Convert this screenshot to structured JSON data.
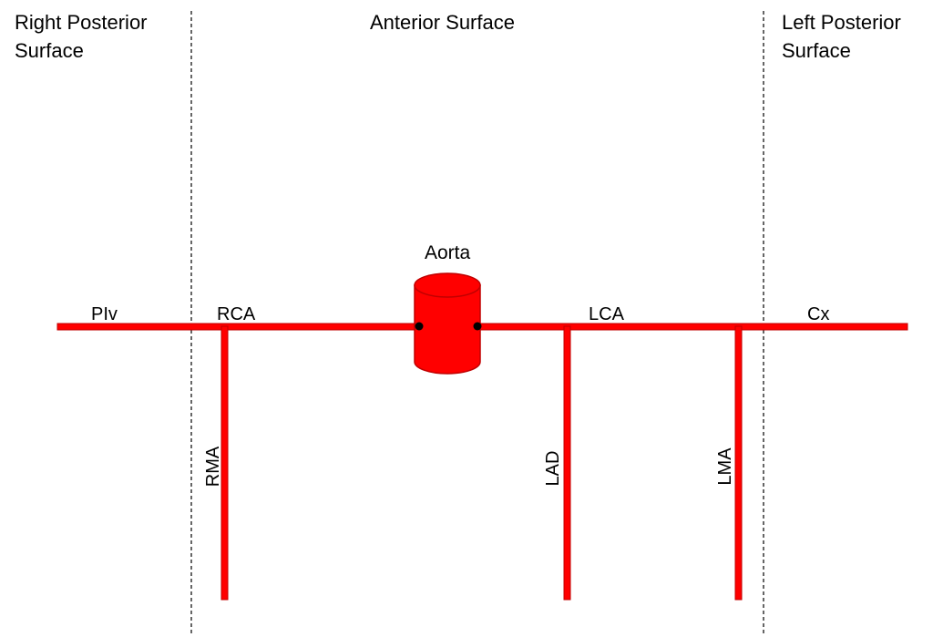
{
  "regions": {
    "right_posterior": "Right Posterior\nSurface",
    "anterior": "Anterior Surface",
    "left_posterior": "Left Posterior\nSurface"
  },
  "aorta_label": "Aorta",
  "vessels": {
    "plv": "PIv",
    "rca": "RCA",
    "lca": "LCA",
    "cx": "Cx",
    "rma": "RMA",
    "lad": "LAD",
    "lma": "LMA"
  },
  "colors": {
    "vessel_fill": "#ff0000",
    "vessel_stroke": "#c00000",
    "divider": "#000000",
    "junction_dot": "#000000"
  }
}
